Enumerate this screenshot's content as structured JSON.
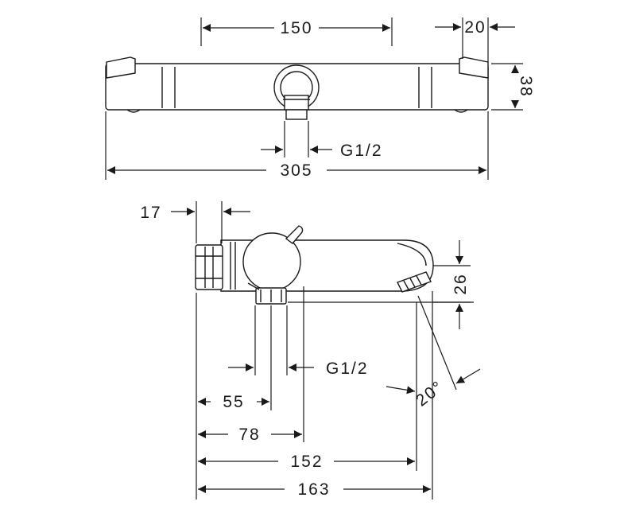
{
  "dimensions": {
    "top_width_150": "150",
    "top_end_20": "20",
    "top_height_38": "38",
    "top_thread": "G1/2",
    "top_total_305": "305",
    "side_depth_17": "17",
    "side_height_26": "26",
    "side_thread": "G1/2",
    "side_angle": "20°",
    "side_55": "55",
    "side_78": "78",
    "side_152": "152",
    "side_163": "163"
  }
}
